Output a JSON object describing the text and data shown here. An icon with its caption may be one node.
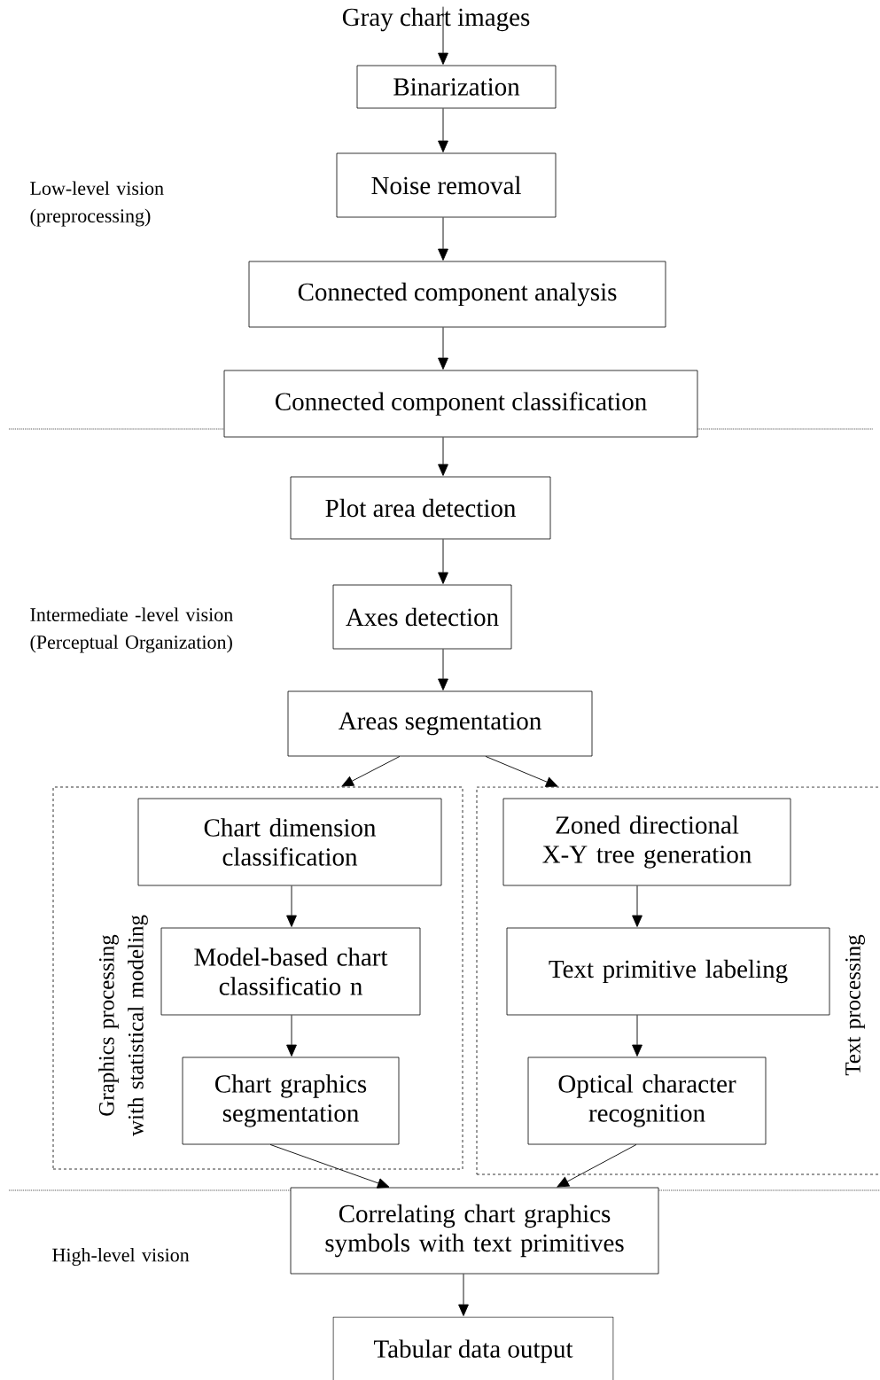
{
  "diagram": {
    "nodes": [
      {
        "text": [
          "Gray chart images"
        ]
      },
      {
        "text": [
          "Binarization"
        ]
      },
      {
        "text": [
          "Noise removal"
        ]
      },
      {
        "text": [
          "Connected component analysis"
        ]
      },
      {
        "text": [
          "Connected component classification"
        ]
      },
      {
        "text": [
          "Plot area detection"
        ]
      },
      {
        "text": [
          "Axes detection"
        ]
      },
      {
        "text": [
          "Areas segmentation"
        ]
      },
      {
        "text": [
          "Graphics processing with statistical modeling"
        ]
      },
      {
        "text": [
          "Chart dimension classification"
        ],
        "in": 8
      },
      {
        "text": [
          "Model-based chart classificatio n"
        ],
        "in": 8
      },
      {
        "text": [
          "Chart graphics segmentation"
        ],
        "in": 8
      },
      {
        "text": [
          "Text processing"
        ]
      },
      {
        "text": [
          "Zoned directional X-Y tree generation"
        ],
        "in": 12
      },
      {
        "text": [
          "Text primitive labeling"
        ],
        "in": 12
      },
      {
        "text": [
          "Optical character recognition"
        ],
        "in": 12
      },
      {
        "text": [
          "Correlating chart graphics symbols with text primitives"
        ]
      },
      {
        "text": [
          "Tabular data output"
        ]
      }
    ],
    "edges": [
      {
        "from": 0,
        "to": 1,
        "arrow": "to"
      },
      {
        "from": 1,
        "to": 2,
        "arrow": "to"
      },
      {
        "from": 2,
        "to": 3,
        "arrow": "to"
      },
      {
        "from": 3,
        "to": 4,
        "arrow": "to"
      },
      {
        "from": 4,
        "to": 5,
        "arrow": "to"
      },
      {
        "from": 5,
        "to": 6,
        "arrow": "to"
      },
      {
        "from": 6,
        "to": 7,
        "arrow": "to"
      },
      {
        "from": 7,
        "to": 9,
        "arrow": "to"
      },
      {
        "from": 7,
        "to": 13,
        "arrow": "to"
      },
      {
        "from": 9,
        "to": 10,
        "arrow": "to"
      },
      {
        "from": 10,
        "to": 11,
        "arrow": "to"
      },
      {
        "from": 13,
        "to": 14,
        "arrow": "to"
      },
      {
        "from": 14,
        "to": 15,
        "arrow": "to"
      },
      {
        "from": 11,
        "to": 16,
        "arrow": "to"
      },
      {
        "from": 15,
        "to": 16,
        "arrow": "to"
      },
      {
        "from": 16,
        "to": 17,
        "arrow": "to"
      }
    ],
    "labels": [
      "Low-level vision (preprocessing)",
      "Intermediate -level vision (Perceptual Organization)",
      "High-level vision"
    ]
  }
}
